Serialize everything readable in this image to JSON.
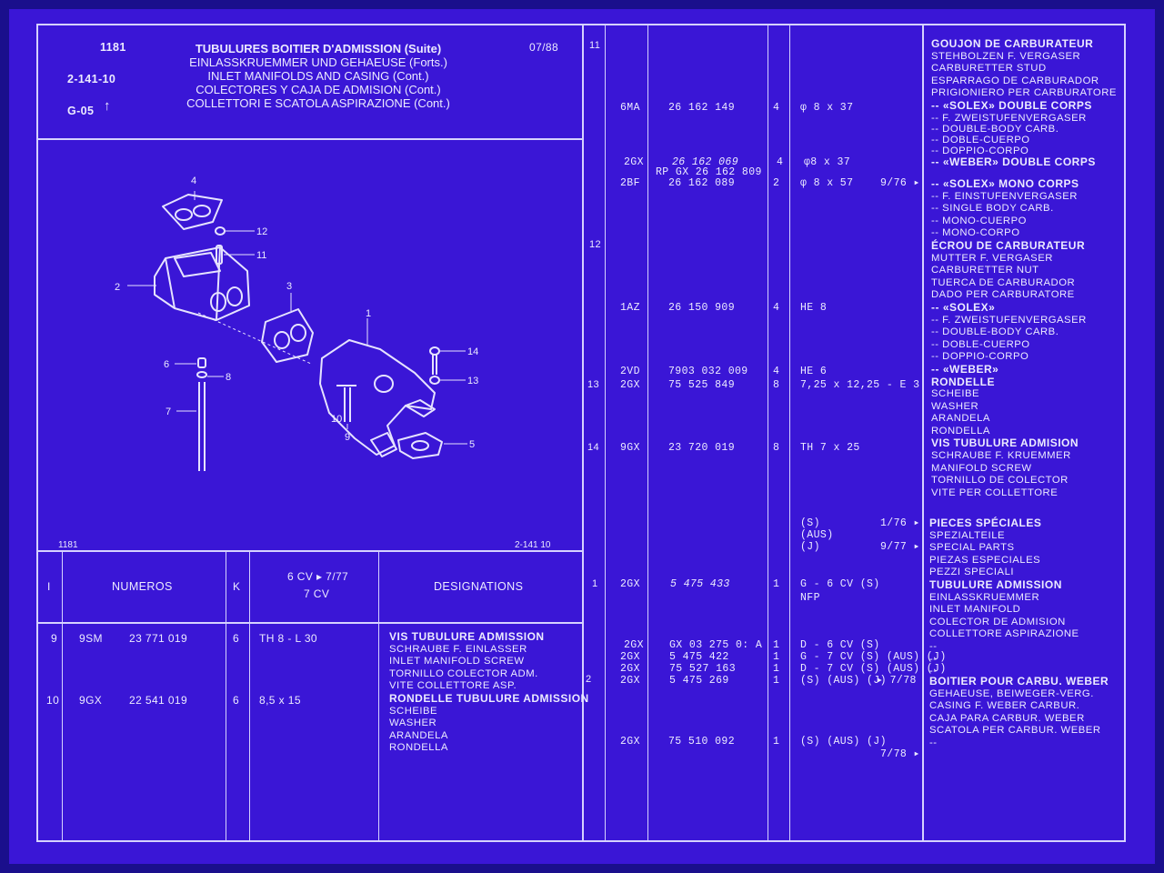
{
  "header": {
    "page_number": "1181",
    "section_code": "2-141-10",
    "group_code": "G-05",
    "date": "07/88",
    "title_lines": [
      "TUBULURES BOITIER D'ADMISSION (Suite)",
      "EINLASSKRUEMMER UND GEHAEUSE (Forts.)",
      "INLET MANIFOLDS AND CASING (Cont.)",
      "COLECTORES Y CAJA DE ADMISION (Cont.)",
      "COLLETTORI E SCATOLA ASPIRAZIONE (Cont.)"
    ]
  },
  "diagram": {
    "callouts": [
      "1",
      "2",
      "3",
      "4",
      "5",
      "6",
      "7",
      "8",
      "9",
      "10",
      "11",
      "12",
      "13",
      "14"
    ],
    "footer_left": "1181",
    "footer_right": "2-141 10"
  },
  "table_header": {
    "col_item": "I",
    "col_numeros": "NUMEROS",
    "col_k": "K",
    "col_engine_line1": "6 CV ▸ 7/77",
    "col_engine_line2": "7 CV",
    "col_designations": "DESIGNATIONS"
  },
  "left_rows": [
    {
      "item": "9",
      "code": "9SM",
      "number": "23 771 019",
      "qty": "6",
      "spec": "TH   8 - L 30",
      "desc": [
        "VIS TUBULURE ADMISSION",
        "SCHRAUBE F. EINLASSER",
        "INLET MANIFOLD SCREW",
        "TORNILLO COLECTOR ADM.",
        "VITE COLLETTORE ASP."
      ],
      "desc_bold": [
        0
      ]
    },
    {
      "item": "10",
      "code": "9GX",
      "number": "22 541 019",
      "qty": "6",
      "spec": "8,5 x 15",
      "desc": [
        "RONDELLE TUBULURE ADMISSION",
        "SCHEIBE",
        "WASHER",
        "ARANDELA",
        "RONDELLA"
      ],
      "desc_bold": [
        0
      ]
    }
  ],
  "right_items": [
    "11",
    "12",
    "13",
    "14",
    "1",
    "2"
  ],
  "right_entries": [
    {
      "code": "6MA",
      "number": "26 162 149",
      "qty": "4",
      "spec": "φ 8 x 37",
      "note": ""
    },
    {
      "code": "2GX",
      "number": "26 162 069",
      "qty": "4",
      "spec": "φ8 x 37",
      "note": ""
    },
    {
      "code": "",
      "number": "RP GX 26 162 809",
      "qty": "",
      "spec": "",
      "note": ""
    },
    {
      "code": "2BF",
      "number": "26 162 089",
      "qty": "2",
      "spec": "φ 8 x 57",
      "note": "9/76 ▸"
    },
    {
      "code": "1AZ",
      "number": "26 150 909",
      "qty": "4",
      "spec": "HE 8",
      "note": ""
    },
    {
      "code": "2VD",
      "number": "7903 032 009",
      "qty": "4",
      "spec": "HE 6",
      "note": ""
    },
    {
      "code": "2GX",
      "number": "75 525 849",
      "qty": "8",
      "spec": "7,25 x 12,25 - E 3",
      "note": ""
    },
    {
      "code": "9GX",
      "number": "23 720 019",
      "qty": "8",
      "spec": "TH   7 x 25",
      "note": ""
    },
    {
      "code": "",
      "number": "",
      "qty": "",
      "spec": "(S)",
      "note": "1/76 ▸"
    },
    {
      "code": "",
      "number": "",
      "qty": "",
      "spec": "(AUS)",
      "note": ""
    },
    {
      "code": "",
      "number": "",
      "qty": "",
      "spec": "(J)",
      "note": "9/77 ▸"
    },
    {
      "code": "2GX",
      "number": "5 475 433",
      "qty": "1",
      "spec": "G - 6 CV (S)",
      "note": ""
    },
    {
      "code": "",
      "number": "",
      "qty": "",
      "spec": "NFP",
      "note": ""
    },
    {
      "code": "2GX",
      "number": "GX 03 275 0: A",
      "qty": "1",
      "spec": "D - 6 CV (S)",
      "note": ""
    },
    {
      "code": "2GX",
      "number": "5 475 422",
      "qty": "1",
      "spec": "G - 7 CV (S) (AUS) (J)",
      "note": ""
    },
    {
      "code": "2GX",
      "number": "75 527 163",
      "qty": "1",
      "spec": "D - 7 CV (S) (AUS) (J)",
      "note": ""
    },
    {
      "code": "2GX",
      "number": "5 475 269",
      "qty": "1",
      "spec": "(S) (AUS) (J)",
      "note": "▸ 7/78"
    },
    {
      "code": "2GX",
      "number": "75 510 092",
      "qty": "1",
      "spec": "(S) (AUS) (J)",
      "note": ""
    },
    {
      "code": "",
      "number": "",
      "qty": "",
      "spec": "",
      "note": "7/78 ▸"
    }
  ],
  "designations": [
    {
      "top": "GOUJON DE CARBURATEUR",
      "lines": [
        "GOUJON DE CARBURATEUR",
        "STEHBOLZEN F. VERGASER",
        "CARBURETTER STUD",
        "ESPARRAGO DE CARBURADOR",
        "PRIGIONIERO PER CARBURATORE",
        "-- «SOLEX» DOUBLE CORPS",
        "-- F. ZWEISTUFENVERGASER",
        "-- DOUBLE-BODY CARB.",
        "-- DOBLE-CUERPO",
        "-- DOPPIO-CORPO",
        "-- «WEBER» DOUBLE CORPS"
      ],
      "bold": [
        0,
        5,
        10
      ]
    },
    {
      "lines": [
        "-- «SOLEX» MONO CORPS",
        "-- F. EINSTUFENVERGASER",
        "-- SINGLE BODY CARB.",
        "-- MONO-CUERPO",
        "-- MONO-CORPO",
        "ÉCROU DE CARBURATEUR",
        "MUTTER F. VERGASER",
        "CARBURETTER NUT",
        "TUERCA DE CARBURADOR",
        "DADO PER CARBURATORE",
        "-- «SOLEX»",
        "-- F. ZWEISTUFENVERGASER",
        "-- DOUBLE-BODY CARB.",
        "-- DOBLE-CUERPO",
        "-- DOPPIO-CORPO",
        "-- «WEBER»",
        "RONDELLE",
        "SCHEIBE",
        "WASHER",
        "ARANDELA",
        "RONDELLA",
        "VIS TUBULURE ADMISION",
        "SCHRAUBE F. KRUEMMER",
        "MANIFOLD SCREW",
        "TORNILLO DE COLECTOR",
        "VITE PER COLLETTORE"
      ],
      "bold": [
        0,
        5,
        10,
        15,
        16,
        21
      ]
    },
    {
      "lines": [
        "PIECES SPÉCIALES",
        "SPEZIALTEILE",
        "SPECIAL PARTS",
        "PIEZAS ESPECIALES",
        "PEZZI SPECIALI",
        "TUBULURE ADMISSION",
        "EINLASSKRUEMMER",
        "INLET MANIFOLD",
        "COLECTOR DE ADMISION",
        "COLLETTORE ASPIRAZIONE",
        "--",
        "--",
        "--"
      ],
      "bold": [
        0,
        5
      ]
    },
    {
      "lines": [
        "BOITIER POUR CARBU. WEBER",
        "GEHAEUSE, BEIWEGER-VERG.",
        "CASING F. WEBER CARBUR.",
        "CAJA PARA CARBUR. WEBER",
        "SCATOLA PER CARBUR. WEBER",
        "--"
      ],
      "bold": [
        0
      ]
    }
  ],
  "colors": {
    "background": "#3a16d6",
    "frame": "#1a0f8c",
    "lines": "#d6d2ff",
    "text": "#ecebff"
  }
}
